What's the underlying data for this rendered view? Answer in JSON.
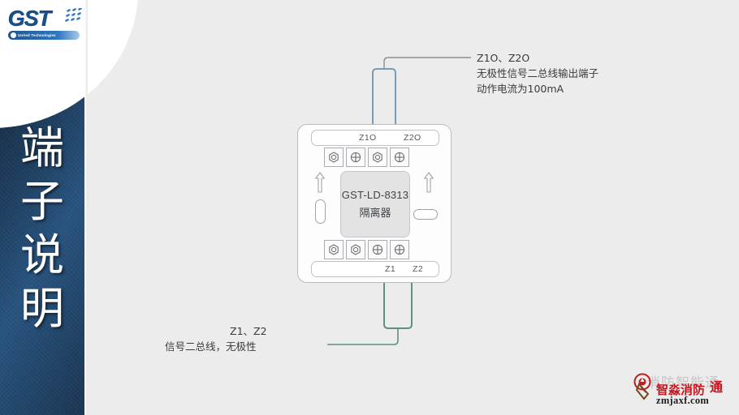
{
  "page": {
    "background_color": "#ececec"
  },
  "brand": {
    "logo_text": "GST",
    "logo_tagline": "United Technologies",
    "logo_color": "#1a4f8a"
  },
  "sidebar": {
    "title_chars": [
      "端",
      "子",
      "说",
      "明"
    ],
    "title_full": "端子说明",
    "background_colors": [
      "#12212f",
      "#28547f"
    ]
  },
  "device": {
    "model": "GST-LD-8313",
    "type_cn": "隔离器",
    "top_terminals": {
      "labels": [
        "Z1O",
        "Z2O"
      ],
      "screw_count": 4
    },
    "bottom_terminals": {
      "labels": [
        "Z1",
        "Z2"
      ],
      "screw_count": 4
    },
    "left_arrow_icon": "up-arrow-icon",
    "right_arrow_icon": "up-arrow-icon"
  },
  "annotations": {
    "top": {
      "title": "Z1O、Z2O",
      "line2": "无极性信号二总线输出端子",
      "line3": "动作电流为100mA",
      "wire_color": "#7a9bb5"
    },
    "bottom": {
      "title": "Z1、Z2",
      "line2": "信号二总线，无极性",
      "wire_color": "#5f9080"
    }
  },
  "watermark": {
    "ghost_text": "消防智能通",
    "brand": "智淼消防",
    "suffix": "通",
    "url": "zmjaxf.com",
    "color": "#c7161e"
  }
}
